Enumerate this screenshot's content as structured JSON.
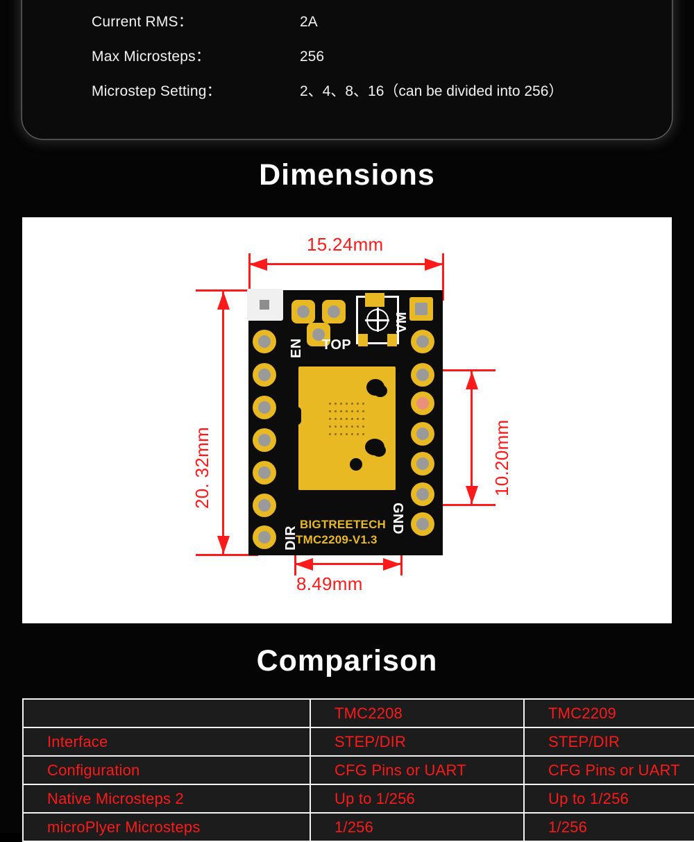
{
  "spec_card": {
    "rows": [
      {
        "label": "Current RMS：",
        "value": "2A"
      },
      {
        "label": "Max Microsteps：",
        "value": "256"
      },
      {
        "label": "Microstep Setting：",
        "value": "2、4、8、16（can be divided into 256）"
      }
    ]
  },
  "headings": {
    "dimensions": "Dimensions",
    "comparison": "Comparison"
  },
  "dimensions_figure": {
    "width_label": "15.24mm",
    "height_label": "20. 32mm",
    "inner_height_label": "10.20mm",
    "inner_width_label": "8.49mm",
    "accent_color": "#fc1a1a",
    "board": {
      "silkscreen": {
        "top": "TOP",
        "enable": "EN",
        "vmotor": "VM",
        "direction": "DIR",
        "ground": "GND"
      },
      "brand_line1": "BIGTREETECH",
      "brand_line2": "TMC2209-V1.3"
    }
  },
  "comparison_table": {
    "columns": [
      "",
      "TMC2208",
      "TMC2209"
    ],
    "rows": [
      {
        "feature": "Interface",
        "tmc2208": "STEP/DIR",
        "tmc2209": "STEP/DIR"
      },
      {
        "feature": "Configuration",
        "tmc2208": "CFG Pins or UART",
        "tmc2209": "CFG Pins or UART"
      },
      {
        "feature": "Native Microsteps 2",
        "tmc2208": "Up to 1/256",
        "tmc2209": "Up to 1/256"
      },
      {
        "feature": "microPlyer Microsteps",
        "tmc2208": "1/256",
        "tmc2209": "1/256"
      }
    ]
  }
}
